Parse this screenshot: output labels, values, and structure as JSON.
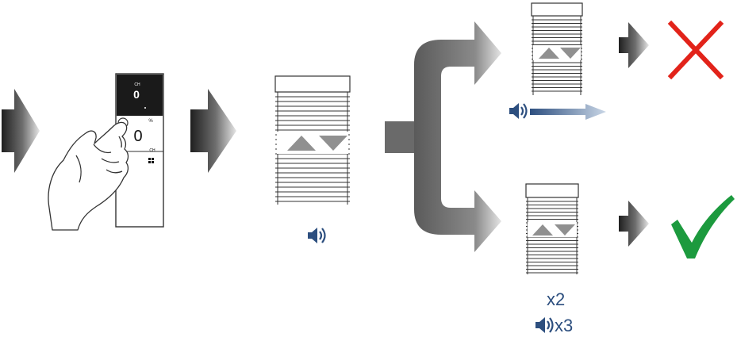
{
  "remote": {
    "screen_label": "CH",
    "screen_value": "0",
    "percent_label": "%",
    "wheel_value": "0",
    "ch_label": "CH",
    "mode_icon": "grid-icon"
  },
  "icons": {
    "sound": "speaker-icon",
    "fail": "cross-icon",
    "success": "checkmark-icon"
  },
  "colors": {
    "sound_blue": "#2d4f7f",
    "fail_red": "#e2231a",
    "success_green": "#1c9a3e",
    "arrow_dark": "#2b2b2b"
  },
  "labels": {
    "repeat_move": "x2",
    "repeat_beep": "x3"
  }
}
